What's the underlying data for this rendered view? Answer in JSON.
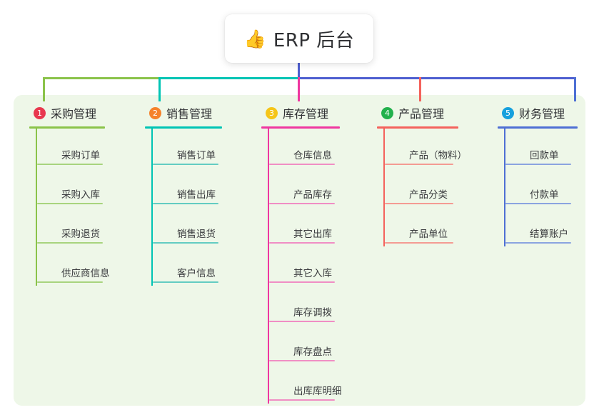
{
  "root": {
    "icon": "thumbs-up-icon",
    "emoji": "👍",
    "title": "ERP 后台"
  },
  "palette": {
    "panel_bg": "#eef7e8",
    "page_bg": "#ffffff",
    "text": "#2f3033",
    "stem": "#4e5fd0",
    "trunk_left": "#8bc34a",
    "trunk_mid": "#00c4b4",
    "trunk_right": "#4e5fd0"
  },
  "branches": [
    {
      "number": "1",
      "title": "采购管理",
      "badge_color": "#e8384f",
      "line_color": "#8bc34a",
      "leaf_line_color": "#a8d47e",
      "items": [
        "采购订单",
        "采购入库",
        "采购退货",
        "供应商信息"
      ]
    },
    {
      "number": "2",
      "title": "销售管理",
      "badge_color": "#f5822a",
      "line_color": "#00c4b4",
      "leaf_line_color": "#63ccc2",
      "items": [
        "销售订单",
        "销售出库",
        "销售退货",
        "客户信息"
      ]
    },
    {
      "number": "3",
      "title": "库存管理",
      "badge_color": "#f5c518",
      "line_color": "#ef37a0",
      "leaf_line_color": "#f08ec4",
      "items": [
        "仓库信息",
        "产品库存",
        "其它出库",
        "其它入库",
        "库存调拨",
        "库存盘点",
        "出库库明细"
      ]
    },
    {
      "number": "4",
      "title": "产品管理",
      "badge_color": "#22b14c",
      "line_color": "#f4625c",
      "leaf_line_color": "#f49b93",
      "items": [
        "产品（物料）",
        "产品分类",
        "产品单位"
      ]
    },
    {
      "number": "5",
      "title": "财务管理",
      "badge_color": "#16a0dd",
      "line_color": "#4e6fd4",
      "leaf_line_color": "#8ba4e0",
      "items": [
        "回款单",
        "付款单",
        "结算账户"
      ]
    }
  ]
}
